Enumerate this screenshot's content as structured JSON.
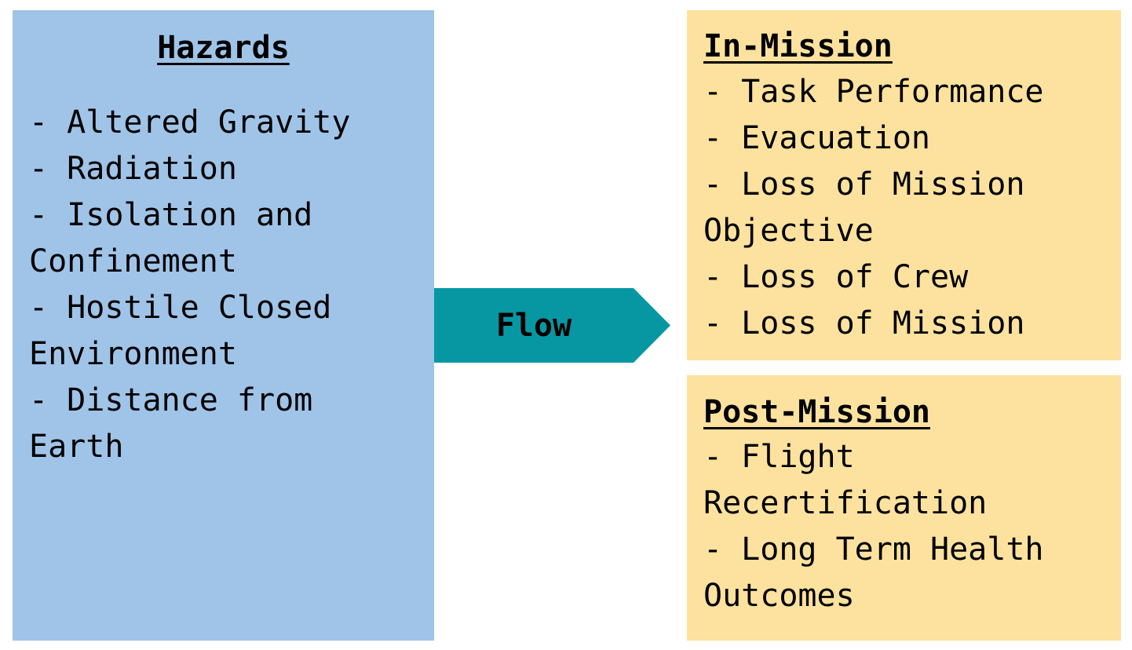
{
  "colors": {
    "hazards_fill": "#a0c4e7",
    "mission_fill": "#fce29e",
    "arrow_fill": "#0797a3"
  },
  "hazards": {
    "title": "Hazards",
    "lines": [
      "- Altered Gravity",
      "- Radiation",
      "- Isolation and",
      "Confinement",
      "- Hostile Closed",
      "Environment",
      "- Distance from",
      "Earth"
    ]
  },
  "arrow": {
    "label": "Flow"
  },
  "in_mission": {
    "title": "In-Mission",
    "lines": [
      "- Task Performance",
      "- Evacuation",
      "- Loss of Mission",
      "Objective",
      "- Loss of Crew",
      "- Loss of Mission"
    ]
  },
  "post_mission": {
    "title": "Post-Mission",
    "lines": [
      "- Flight",
      "Recertification",
      "- Long Term Health",
      "Outcomes"
    ]
  }
}
